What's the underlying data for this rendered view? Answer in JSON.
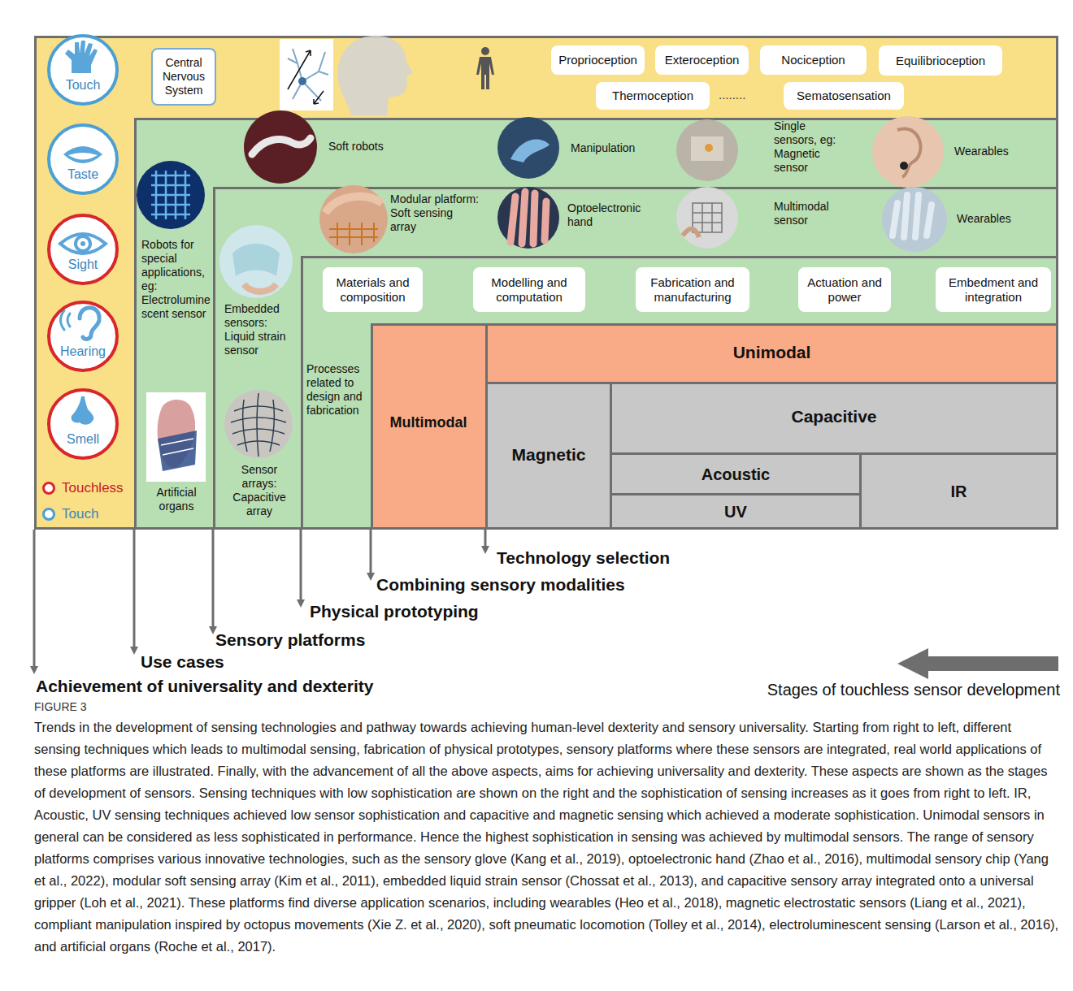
{
  "diagram": {
    "caption": "Trends in the development of sensing technologies and pathway towards achieving human-level dexterity and sensory universality. Starting from right to left, different sensing techniques which leads to multimodal sensing, fabrication of physical prototypes, sensory platforms where these sensors are integrated, real world applications of these platforms are illustrated. Finally, with the advancement of all the above aspects, aims for achieving universality and dexterity. These aspects are shown as the stages of development of sensors. Sensing techniques with low sophistication are shown on the right and the sophistication of sensing increases as it goes from right to left. IR, Acoustic, UV sensing techniques achieved low sensor sophistication and capacitive and magnetic sensing which achieved a moderate sophistication. Unimodal sensors in general can be considered as less sophisticated in performance. Hence the highest sophistication in sensing was achieved by multimodal sensors. The range of sensory platforms comprises various innovative technologies, such as the sensory glove (Kang et al., 2019), optoelectronic hand (Zhao et al., 2016), multimodal sensory chip (Yang et al., 2022), modular soft sensing array (Kim et al., 2011), embedded liquid strain sensor (Chossat et al., 2013), and capacitive sensory array integrated onto a universal gripper (Loh et al., 2021). These platforms find diverse application scenarios, including wearables (Heo et al., 2018), magnetic electrostatic sensors (Liang et al., 2021), compliant manipulation inspired by octopus movements (Xie Z. et al., 2020), soft pneumatic locomotion (Tolley et al., 2014), electroluminescent sensing (Larson et al., 2016), and artificial organs (Roche et al., 2017).",
    "nodes": [
      {
        "text": [
          "Touch"
        ]
      },
      {
        "text": [
          "Taste"
        ]
      },
      {
        "text": [
          "Sight"
        ]
      },
      {
        "text": [
          "Hearing"
        ]
      },
      {
        "text": [
          "Smell"
        ]
      },
      {
        "text": [
          "Central Nervous System"
        ]
      },
      {
        "text": [
          "Proprioception"
        ]
      },
      {
        "text": [
          "Exteroception"
        ]
      },
      {
        "text": [
          "Nociception"
        ]
      },
      {
        "text": [
          "Equilibrioception"
        ]
      },
      {
        "text": [
          "Thermoception"
        ]
      },
      {
        "text": [
          "Sematosensation"
        ]
      },
      {
        "text": [
          "Soft robots",
          "Manipulation",
          "Single sensors, eg: Magnetic sensor",
          "Wearables",
          "Robots for special applications, eg: Electroluminescent sensor",
          "Artificial organs"
        ]
      },
      {
        "text": [
          "Modular platform: Soft sensing array",
          "Optoelectronic hand",
          "Multimodal sensor",
          "Wearables",
          "Embedded sensors: Liquid strain sensor",
          "Sensor arrays: Capacitive array"
        ],
        "in": 12
      },
      {
        "text": [
          "Processes related to design and fabrication"
        ],
        "in": 13
      },
      {
        "text": [
          "Materials and composition"
        ],
        "in": 14
      },
      {
        "text": [
          "Modelling and computation"
        ],
        "in": 14
      },
      {
        "text": [
          "Fabrication and manufacturing"
        ],
        "in": 14
      },
      {
        "text": [
          "Actuation and power"
        ],
        "in": 14
      },
      {
        "text": [
          "Embedment and integration"
        ],
        "in": 14
      },
      {
        "text": [
          "Multimodal"
        ],
        "in": 14
      },
      {
        "text": [
          "Unimodal"
        ],
        "in": 20
      },
      {
        "text": [
          "Magnetic"
        ],
        "in": 21
      },
      {
        "text": [
          "Capacitive"
        ],
        "in": 22
      },
      {
        "text": [
          "Acoustic"
        ],
        "in": 23
      },
      {
        "text": [
          "UV"
        ],
        "in": 23
      },
      {
        "text": [
          "IR"
        ],
        "in": 23
      }
    ],
    "labels": [
      "........",
      "Technology selection",
      "Combining sensory modalities",
      "Physical prototyping",
      "Sensory platforms",
      "Use cases",
      "Achievement of universality and dexterity",
      "Stages of touchless sensor development",
      "FIGURE 3"
    ],
    "legend": [
      {
        "text": "Touchless",
        "color": "#d9262b"
      },
      {
        "text": "Touch",
        "color": "#4a9fd4"
      }
    ]
  }
}
